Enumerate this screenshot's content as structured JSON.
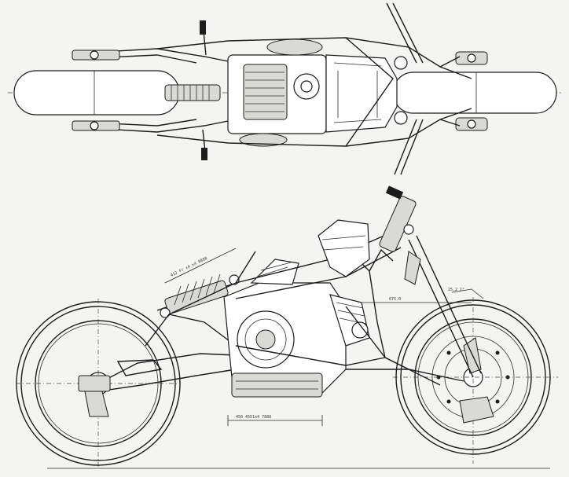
{
  "drawing": {
    "views": [
      "top-view",
      "side-view"
    ],
    "dimension_labels": {
      "swingarm": "412 Fr x4 x4 8888",
      "frame_top": "675.0",
      "steering": "25.2 1°",
      "engine_base": "450 4551x4 7888"
    }
  },
  "colors": {
    "line": "#1c1c1c",
    "paper": "#f4f4f2",
    "tyre": "#ffffff"
  }
}
